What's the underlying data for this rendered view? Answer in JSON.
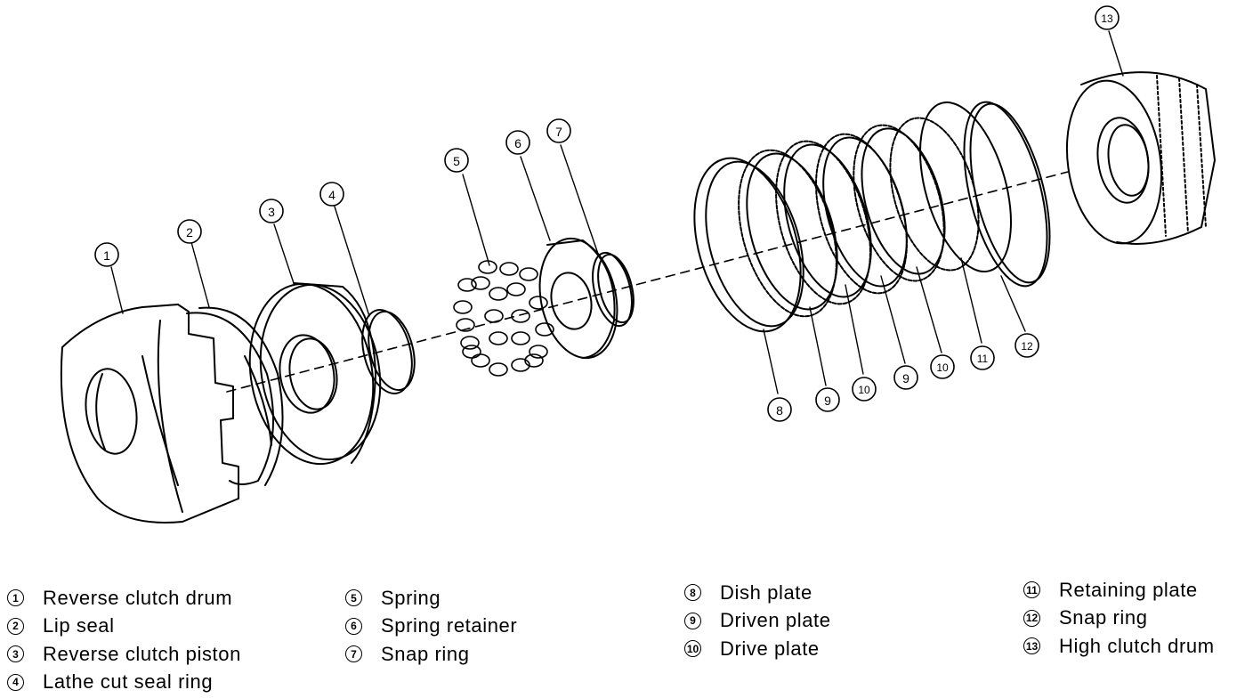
{
  "diagram": {
    "callouts": [
      {
        "id": "1",
        "label": "1"
      },
      {
        "id": "2",
        "label": "2"
      },
      {
        "id": "3",
        "label": "3"
      },
      {
        "id": "4",
        "label": "4"
      },
      {
        "id": "5",
        "label": "5"
      },
      {
        "id": "6",
        "label": "6"
      },
      {
        "id": "7",
        "label": "7"
      },
      {
        "id": "8",
        "label": "8"
      },
      {
        "id": "9a",
        "label": "9"
      },
      {
        "id": "10a",
        "label": "10"
      },
      {
        "id": "9b",
        "label": "9"
      },
      {
        "id": "10b",
        "label": "10"
      },
      {
        "id": "11",
        "label": "11"
      },
      {
        "id": "12",
        "label": "12"
      },
      {
        "id": "13",
        "label": "13"
      }
    ]
  },
  "legend": {
    "columns": [
      [
        {
          "num": "1",
          "text": "Reverse clutch drum"
        },
        {
          "num": "2",
          "text": "Lip seal"
        },
        {
          "num": "3",
          "text": "Reverse clutch piston"
        },
        {
          "num": "4",
          "text": "Lathe cut seal ring"
        }
      ],
      [
        {
          "num": "5",
          "text": "Spring"
        },
        {
          "num": "6",
          "text": "Spring retainer"
        },
        {
          "num": "7",
          "text": "Snap ring"
        }
      ],
      [
        {
          "num": "8",
          "text": "Dish plate"
        },
        {
          "num": "9",
          "text": "Driven plate"
        },
        {
          "num": "10",
          "text": "Drive plate"
        }
      ],
      [
        {
          "num": "11",
          "text": "Retaining plate"
        },
        {
          "num": "12",
          "text": "Snap ring"
        },
        {
          "num": "13",
          "text": "High clutch drum"
        }
      ]
    ]
  }
}
